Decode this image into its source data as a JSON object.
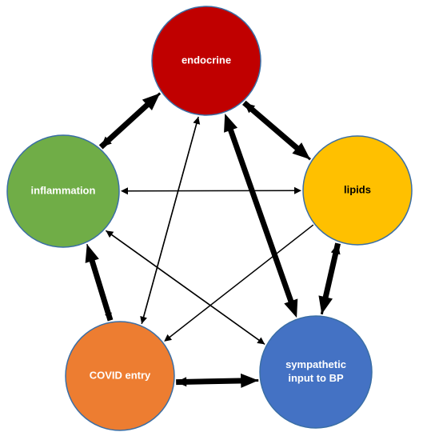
{
  "nodes": [
    {
      "id": "endocrine",
      "label_lines": [
        "endocrine"
      ],
      "fill": "#C00000",
      "stroke": "#3A6EA5",
      "text_color": "#ffffff"
    },
    {
      "id": "lipids",
      "label_lines": [
        "lipids"
      ],
      "fill": "#FFC000",
      "stroke": "#3A6EA5",
      "text_color": "#000000"
    },
    {
      "id": "sympathetic",
      "label_lines": [
        "sympathetic",
        "input to BP"
      ],
      "fill": "#4472C4",
      "stroke": "#3A6EA5",
      "text_color": "#ffffff"
    },
    {
      "id": "covid",
      "label_lines": [
        "COVID entry"
      ],
      "fill": "#ED7D31",
      "stroke": "#3A6EA5",
      "text_color": "#ffffff"
    },
    {
      "id": "inflammation",
      "label_lines": [
        "inflammation"
      ],
      "fill": "#70AD47",
      "stroke": "#3A6EA5",
      "text_color": "#ffffff"
    }
  ],
  "edges": [
    {
      "from": "inflammation",
      "to": "endocrine",
      "weight": "heavy"
    },
    {
      "from": "endocrine",
      "to": "lipids",
      "weight": "heavy"
    },
    {
      "from": "lipids",
      "to": "endocrine",
      "weight": "medium"
    },
    {
      "from": "endocrine",
      "to": "inflammation",
      "weight": "medium"
    },
    {
      "from": "endocrine",
      "to": "covid",
      "weight": "thin"
    },
    {
      "from": "covid",
      "to": "endocrine",
      "weight": "thin"
    },
    {
      "from": "endocrine",
      "to": "sympathetic",
      "weight": "heavy",
      "bidirectional": true
    },
    {
      "from": "inflammation",
      "to": "lipids",
      "weight": "thin",
      "bidirectional": true
    },
    {
      "from": "inflammation",
      "to": "sympathetic",
      "weight": "thin"
    },
    {
      "from": "sympathetic",
      "to": "inflammation",
      "weight": "thin"
    },
    {
      "from": "lipids",
      "to": "covid",
      "weight": "thin"
    },
    {
      "from": "inflammation",
      "to": "covid",
      "weight": "thin"
    },
    {
      "from": "covid",
      "to": "inflammation",
      "weight": "heavy"
    },
    {
      "from": "covid",
      "to": "sympathetic",
      "weight": "heavy"
    },
    {
      "from": "sympathetic",
      "to": "covid",
      "weight": "medium"
    },
    {
      "from": "lipids",
      "to": "sympathetic",
      "weight": "heavy"
    },
    {
      "from": "sympathetic",
      "to": "lipids",
      "weight": "medium"
    }
  ]
}
